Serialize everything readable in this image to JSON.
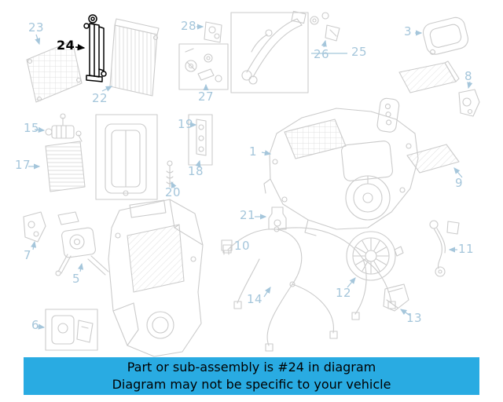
{
  "banner": {
    "line1": "Part or sub-assembly is #24 in diagram",
    "line2": "Diagram may not be specific to your vehicle"
  },
  "highlighted_part": "24",
  "callouts": {
    "n1": "1",
    "n3": "3",
    "n5": "5",
    "n6": "6",
    "n7": "7",
    "n8": "8",
    "n9": "9",
    "n10": "10",
    "n11": "11",
    "n12": "12",
    "n13": "13",
    "n14": "14",
    "n15": "15",
    "n17": "17",
    "n18": "18",
    "n19": "19",
    "n20": "20",
    "n21": "21",
    "n22": "22",
    "n23": "23",
    "n24": "24",
    "n25": "25",
    "n26": "26",
    "n27": "27",
    "n28": "28"
  },
  "colors": {
    "banner_bg": "#29abe2",
    "callout": "#a5c6db",
    "line_art": "#cbcbcb",
    "highlight": "#000000"
  }
}
